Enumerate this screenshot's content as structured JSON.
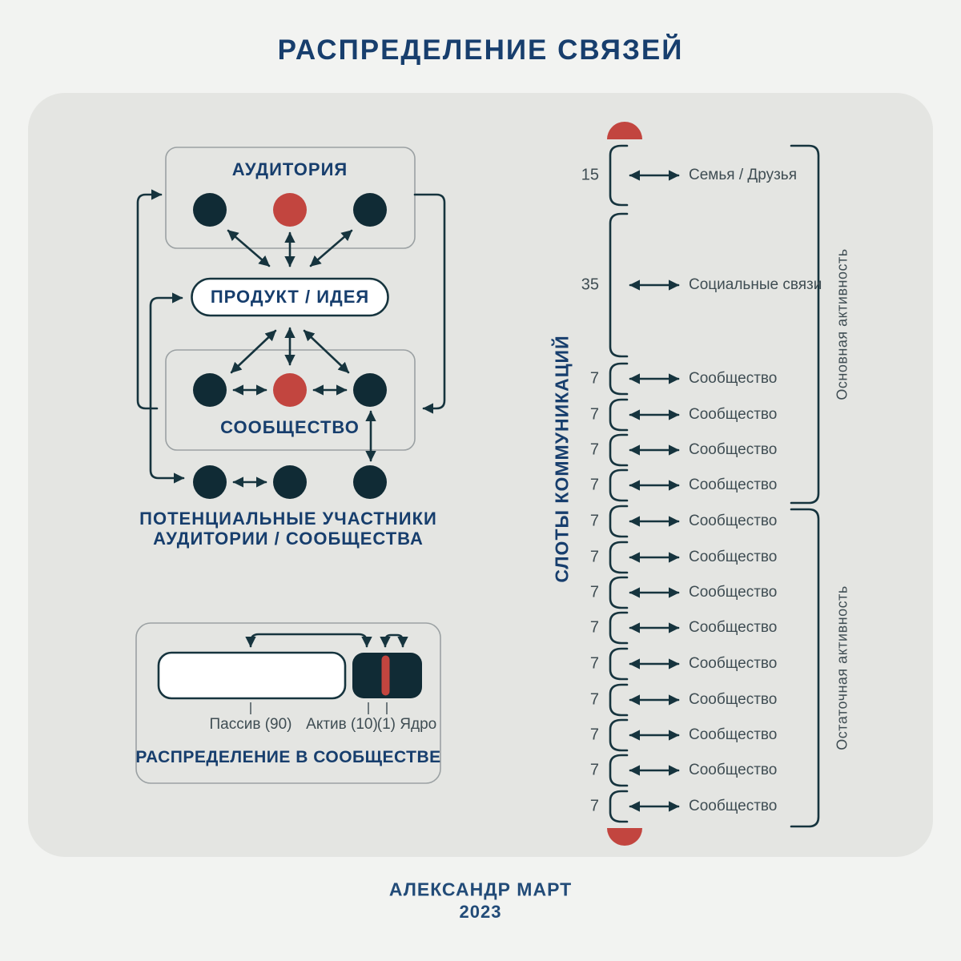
{
  "title": "РАСПРЕДЕЛЕНИЕ СВЯЗЕЙ",
  "network": {
    "audience_label": "АУДИТОРИЯ",
    "product_label": "ПРОДУКТ / ИДЕЯ",
    "community_label": "СООБЩЕСТВО",
    "potential_line1": "ПОТЕНЦИАЛЬНЫЕ УЧАСТНИКИ",
    "potential_line2": "АУДИТОРИИ / СООБЩЕСТВА"
  },
  "distribution": {
    "title": "РАСПРЕДЕЛЕНИЕ В СООБЩЕСТВЕ",
    "passive_label": "Пассив (90)",
    "active_label": "Актив (10)",
    "core_label": "(1) Ядро"
  },
  "slots": {
    "axis_label": "СЛОТЫ КОММУНИКАЦИЙ",
    "rows": [
      {
        "value": "15",
        "label": "Семья / Друзья"
      },
      {
        "value": "35",
        "label": "Социальные связи"
      },
      {
        "value": "7",
        "label": "Сообщество"
      },
      {
        "value": "7",
        "label": "Сообщество"
      },
      {
        "value": "7",
        "label": "Сообщество"
      },
      {
        "value": "7",
        "label": "Сообщество"
      },
      {
        "value": "7",
        "label": "Сообщество"
      },
      {
        "value": "7",
        "label": "Сообщество"
      },
      {
        "value": "7",
        "label": "Сообщество"
      },
      {
        "value": "7",
        "label": "Сообщество"
      },
      {
        "value": "7",
        "label": "Сообщество"
      },
      {
        "value": "7",
        "label": "Сообщество"
      },
      {
        "value": "7",
        "label": "Сообщество"
      },
      {
        "value": "7",
        "label": "Сообщество"
      },
      {
        "value": "7",
        "label": "Сообщество"
      }
    ],
    "groups": [
      {
        "label": "Основная активность"
      },
      {
        "label": "Остаточная активность"
      }
    ]
  },
  "footer": {
    "author": "АЛЕКСАНДР МАРТ",
    "year": "2023"
  },
  "colors": {
    "navy": "#173e6d",
    "dark_node": "#102b35",
    "line": "#16343e",
    "red_accent": "#c2453f",
    "gray_text": "#3f4d53",
    "panel_bg": "#e4e5e2",
    "page_bg": "#f2f3f1"
  }
}
